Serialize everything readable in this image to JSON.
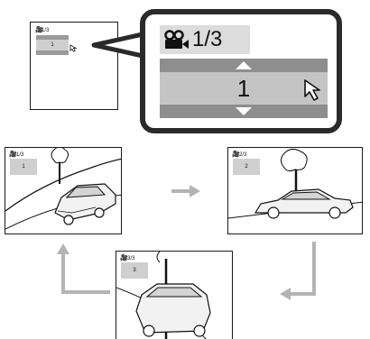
{
  "overlay": {
    "camera_icon": "movie-camera-icon",
    "counter": "1/3",
    "value": "1",
    "arrow_up_icon": "up-arrow-icon",
    "arrow_down_icon": "down-arrow-icon",
    "cursor_icon": "cursor-icon",
    "colors": {
      "band_dark": "#8e8e8e",
      "band_light": "#c4c4c4",
      "panel_bg": "#dcdcdc",
      "frame": "#2a2a2a",
      "arrow": "#b4b4b4"
    }
  },
  "frames": [
    {
      "id": "front-left",
      "counter": "1/3",
      "value": "1"
    },
    {
      "id": "side",
      "counter": "2/3",
      "value": "2"
    },
    {
      "id": "rear",
      "counter": "3/3",
      "value": "3"
    }
  ]
}
